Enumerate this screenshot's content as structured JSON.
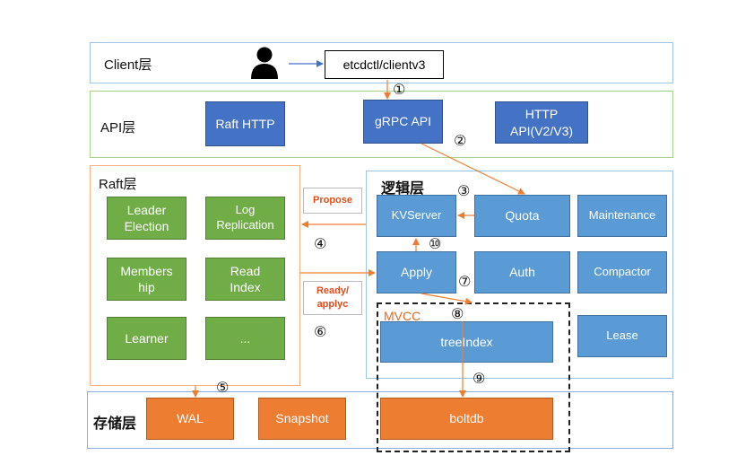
{
  "layers": {
    "client": "Client层",
    "api": "API层",
    "raft": "Raft层",
    "logic": "逻辑层",
    "storage": "存储层"
  },
  "client": {
    "cli": "etcdctl/clientv3"
  },
  "api": {
    "raft_http": "Raft HTTP",
    "grpc": "gRPC API",
    "http": "HTTP\nAPI(V2/V3)"
  },
  "raft": {
    "leader_election": "Leader\nElection",
    "log_replication": "Log\nReplication",
    "members": "Members\nhip",
    "read_index": "Read\nIndex",
    "learner": "Learner",
    "ellipsis": "..."
  },
  "logic": {
    "kvserver": "KVServer",
    "quota": "Quota",
    "maintenance": "Maintenance",
    "apply": "Apply",
    "auth": "Auth",
    "compactor": "Compactor",
    "lease": "Lease",
    "mvcc": "MVCC",
    "treeindex": "treeIndex"
  },
  "storage": {
    "wal": "WAL",
    "snapshot": "Snapshot",
    "boltdb": "boltdb"
  },
  "messages": {
    "propose": "Propose",
    "ready": "Ready/\napplyc"
  },
  "steps": [
    "①",
    "②",
    "③",
    "④",
    "⑤",
    "⑥",
    "⑦",
    "⑧",
    "⑨",
    "⑩"
  ],
  "colors": {
    "client_border": "#9dc3e6",
    "api_border": "#a9d18e",
    "raft_border": "#f4b183",
    "logic_border": "#9dc3e6",
    "storage_border": "#8faadc",
    "arrow_orange": "#ed7d31",
    "arrow_blue": "#4472c4"
  },
  "icons": [
    "user-icon"
  ]
}
